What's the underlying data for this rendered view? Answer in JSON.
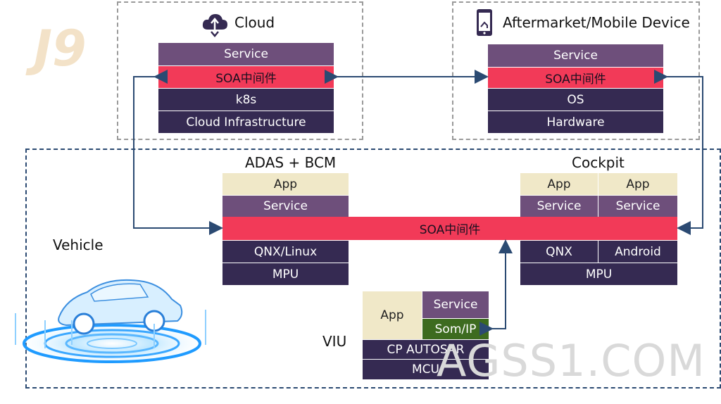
{
  "logo": {
    "text": "J9"
  },
  "cloud": {
    "title": "Cloud",
    "layers": [
      "Service",
      "SOA中间件",
      "k8s",
      "Cloud Infrastructure"
    ]
  },
  "mobile": {
    "title": "Aftermarket/Mobile Device",
    "layers": [
      "Service",
      "SOA中间件",
      "OS",
      "Hardware"
    ]
  },
  "vehicle": {
    "label": "Vehicle"
  },
  "adas": {
    "title": "ADAS + BCM",
    "app": "App",
    "service": "Service",
    "os": "QNX/Linux",
    "hw": "MPU"
  },
  "middleware": {
    "label": "SOA中间件"
  },
  "cockpit": {
    "title": "Cockpit",
    "app1": "App",
    "app2": "App",
    "service1": "Service",
    "service2": "Service",
    "os1": "QNX",
    "os2": "Android",
    "hw": "MPU"
  },
  "viu": {
    "label": "VIU",
    "app": "App",
    "service": "Service",
    "som": "Som/IP",
    "autosar": "CP AUTOSAR",
    "mcu": "MCU"
  },
  "watermark": {
    "text": "AGSS1.COM"
  },
  "colors": {
    "dark": "#352a52",
    "purple": "#6e4f7b",
    "red": "#f23a58",
    "beige": "#f0e8c8",
    "green": "#3d6b1f",
    "frame_blue": "#2b4a72"
  }
}
